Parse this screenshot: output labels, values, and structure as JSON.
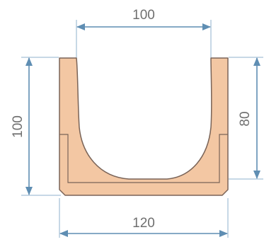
{
  "diagram": {
    "dimensions": {
      "inner_width": "100",
      "outer_width": "120",
      "total_height": "100",
      "inner_height": "80"
    },
    "colors": {
      "channel_fill": "#f3c7a3",
      "channel_stroke": "#7a6458",
      "base_fill": "#cfb39f",
      "dimension_line": "#5f8eb3",
      "extension_line": "#8fb2cc",
      "label_text": "#6f6f6f"
    }
  }
}
